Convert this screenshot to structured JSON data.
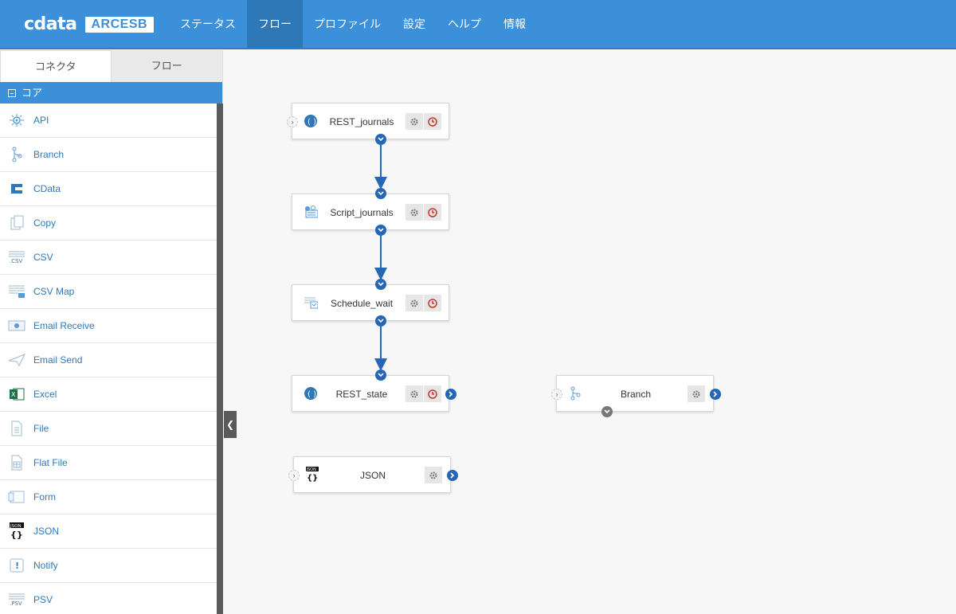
{
  "header": {
    "logo_text": "cdata",
    "product": "ARCESB",
    "nav": [
      "ステータス",
      "フロー",
      "プロファイル",
      "設定",
      "ヘルプ",
      "情報"
    ],
    "active_nav": "フロー"
  },
  "sidebar": {
    "tabs": [
      "コネクタ",
      "フロー"
    ],
    "section": "コア",
    "items": [
      {
        "label": "API",
        "icon": "api-icon"
      },
      {
        "label": "Branch",
        "icon": "branch-icon"
      },
      {
        "label": "CData",
        "icon": "cdata-icon"
      },
      {
        "label": "Copy",
        "icon": "copy-icon"
      },
      {
        "label": "CSV",
        "icon": "csv-icon"
      },
      {
        "label": "CSV Map",
        "icon": "csv-map-icon"
      },
      {
        "label": "Email Receive",
        "icon": "email-receive-icon"
      },
      {
        "label": "Email Send",
        "icon": "email-send-icon"
      },
      {
        "label": "Excel",
        "icon": "excel-icon"
      },
      {
        "label": "File",
        "icon": "file-icon"
      },
      {
        "label": "Flat File",
        "icon": "flat-file-icon"
      },
      {
        "label": "Form",
        "icon": "form-icon"
      },
      {
        "label": "JSON",
        "icon": "json-icon"
      },
      {
        "label": "Notify",
        "icon": "notify-icon"
      },
      {
        "label": "PSV",
        "icon": "psv-icon"
      }
    ]
  },
  "flow": {
    "nodes": [
      {
        "id": "n1",
        "label": "REST_journals",
        "icon": "rest-icon"
      },
      {
        "id": "n2",
        "label": "Script_journals",
        "icon": "script-icon"
      },
      {
        "id": "n3",
        "label": "Schedule_wait",
        "icon": "schedule-icon"
      },
      {
        "id": "n4",
        "label": "REST_state",
        "icon": "rest-icon"
      },
      {
        "id": "n5",
        "label": "Branch",
        "icon": "branch-icon"
      },
      {
        "id": "n6",
        "label": "JSON",
        "icon": "json-icon"
      }
    ],
    "colors": {
      "accent": "#3c8fd9",
      "port": "#2566b5",
      "stop": "#c0392b"
    }
  }
}
